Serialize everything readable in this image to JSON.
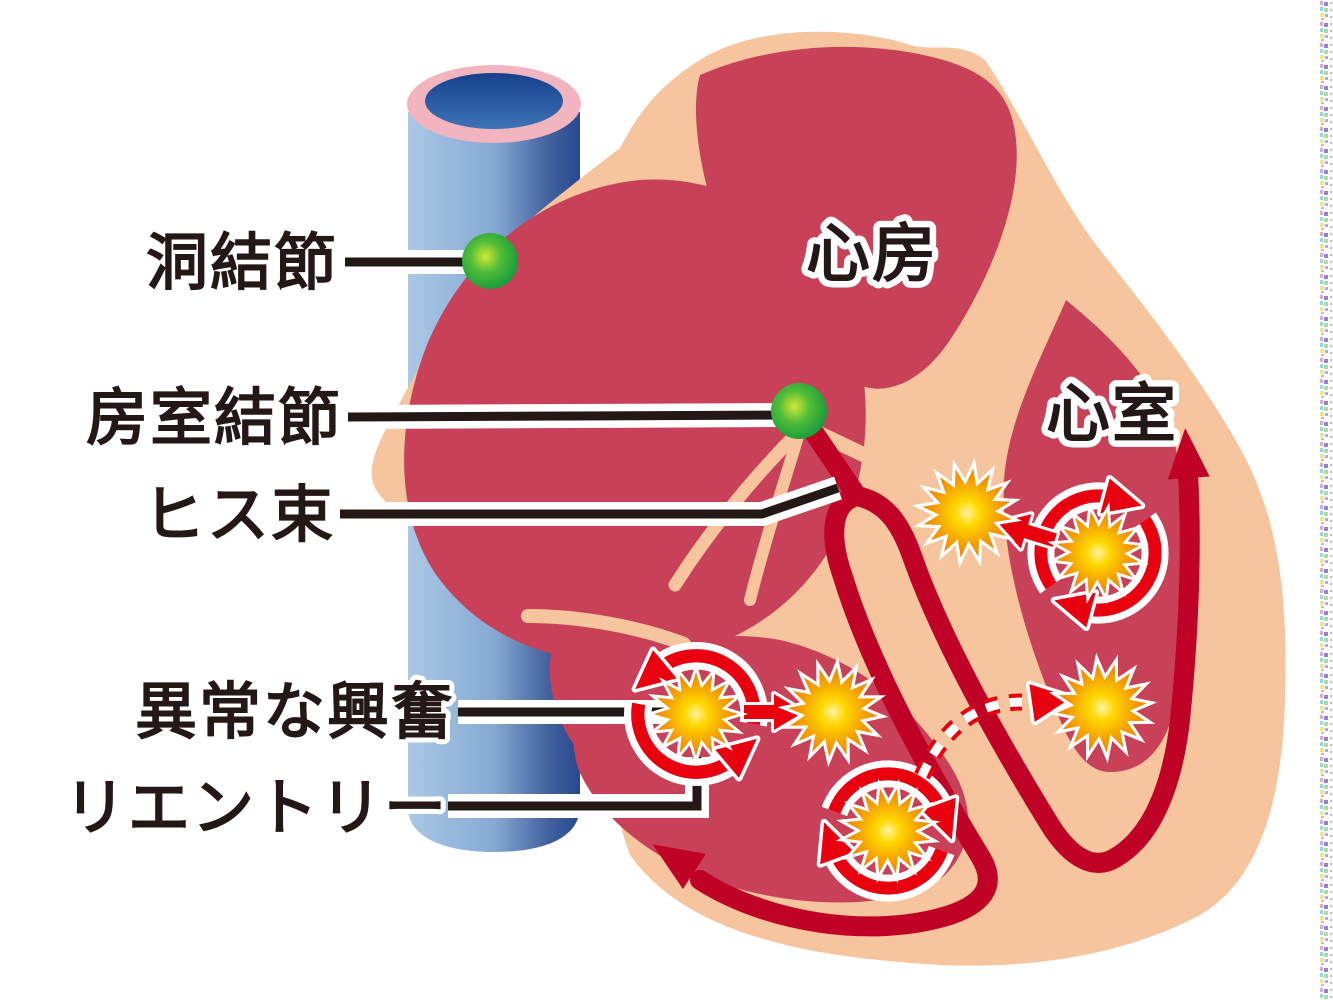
{
  "diagram": {
    "subject": "heart-arrhythmia-conduction-diagram",
    "callouts": {
      "sinus_node": "洞結節",
      "av_node": "房室結節",
      "his_bundle": "ヒス束",
      "abnormal_excitation": "異常な興奮",
      "reentry": "リエントリー"
    },
    "regions": {
      "atrium": "心房",
      "ventricle": "心室"
    },
    "colors": {
      "heart_wall": "#F6C59E",
      "heart_chamber": "#C94158",
      "conduction_path": "#C00226",
      "excitation_red": "#E8000F",
      "burst_core": "#FFD800",
      "burst_rim": "#F08300",
      "node_green": "#1FA23C",
      "vessel_blue": "#7FA3CF",
      "vessel_rim_pink": "#F2B5BF",
      "label_ink": "#231815"
    }
  }
}
